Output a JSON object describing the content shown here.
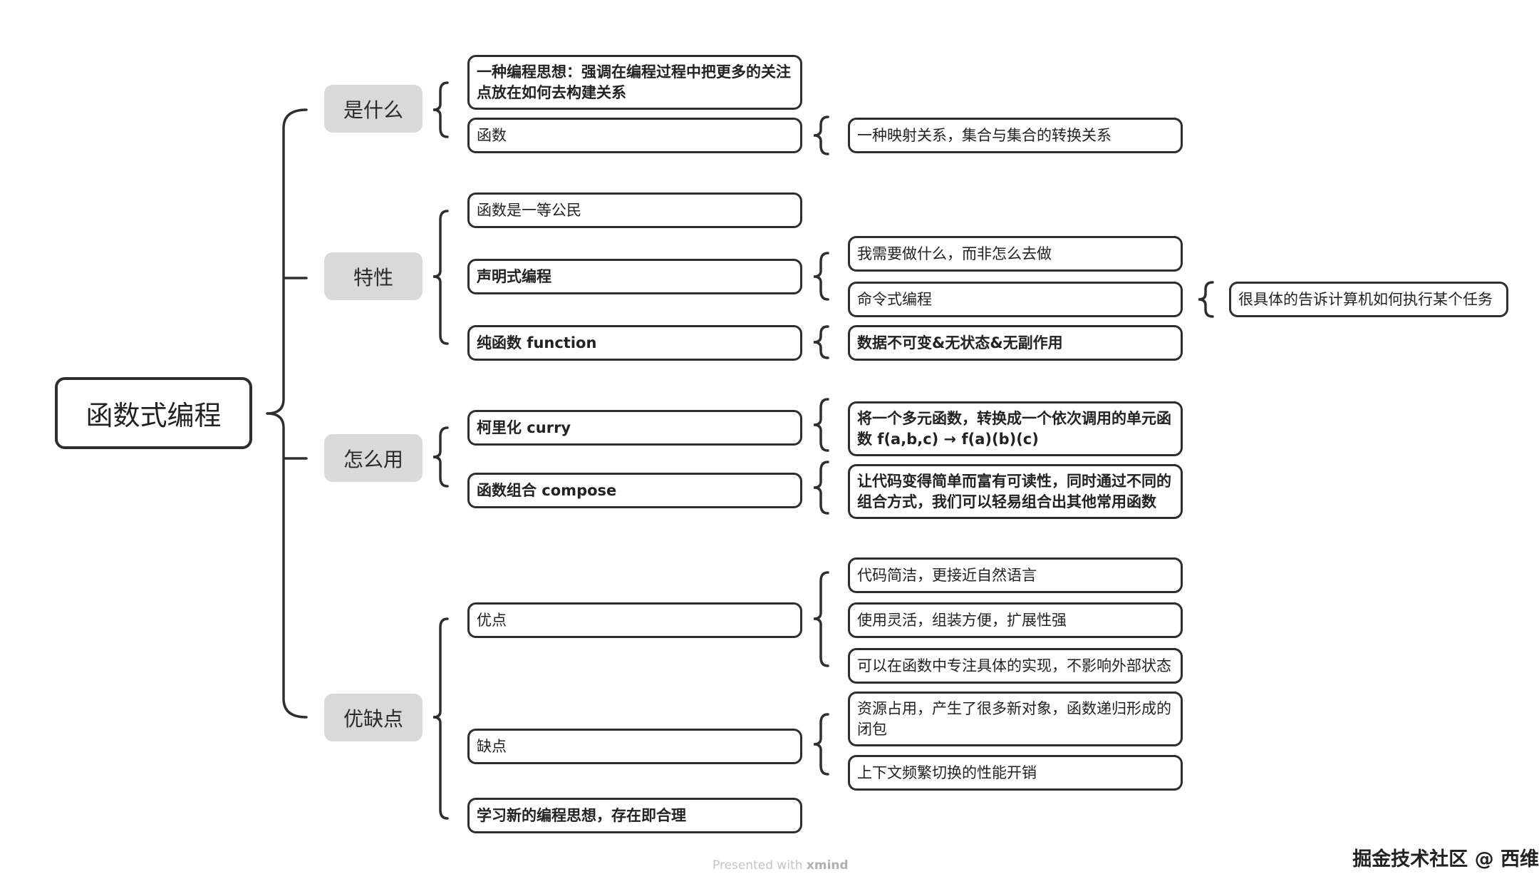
{
  "root": {
    "label": "函数式编程"
  },
  "categories": [
    {
      "label": "是什么"
    },
    {
      "label": "特性"
    },
    {
      "label": "怎么用"
    },
    {
      "label": "优缺点"
    }
  ],
  "what": {
    "definition": "一种编程思想：强调在编程过程中把更多的关注点放在如何去构建关系",
    "function": "函数",
    "function_detail": "一种映射关系，集合与集合的转换关系"
  },
  "features": {
    "first_class": "函数是一等公民",
    "declarative": "声明式编程",
    "declarative_what": "我需要做什么，而非怎么去做",
    "imperative": "命令式编程",
    "imperative_detail": "很具体的告诉计算机如何执行某个任务",
    "pure": "纯函数 function",
    "pure_detail": "数据不可变&无状态&无副作用"
  },
  "usage": {
    "curry": "柯里化 curry",
    "curry_detail": "将一个多元函数，转换成一个依次调用的单元函数 f(a,b,c) → f(a)(b)(c)",
    "compose": "函数组合 compose",
    "compose_detail": "让代码变得简单而富有可读性，同时通过不同的组合方式，我们可以轻易组合出其他常用函数"
  },
  "pros_cons": {
    "pros": "优点",
    "pros_items": [
      "代码简洁，更接近自然语言",
      "使用灵活，组装方便，扩展性强",
      "可以在函数中专注具体的实现，不影响外部状态"
    ],
    "cons": "缺点",
    "cons_items": [
      "资源占用，产生了很多新对象，函数递归形成的闭包",
      "上下文频繁切换的性能开销"
    ],
    "learning": "学习新的编程思想，存在即合理"
  },
  "footer": {
    "presented": "Presented with ",
    "brand": "xmind"
  },
  "watermark": "掘金技术社区 @ 西维"
}
